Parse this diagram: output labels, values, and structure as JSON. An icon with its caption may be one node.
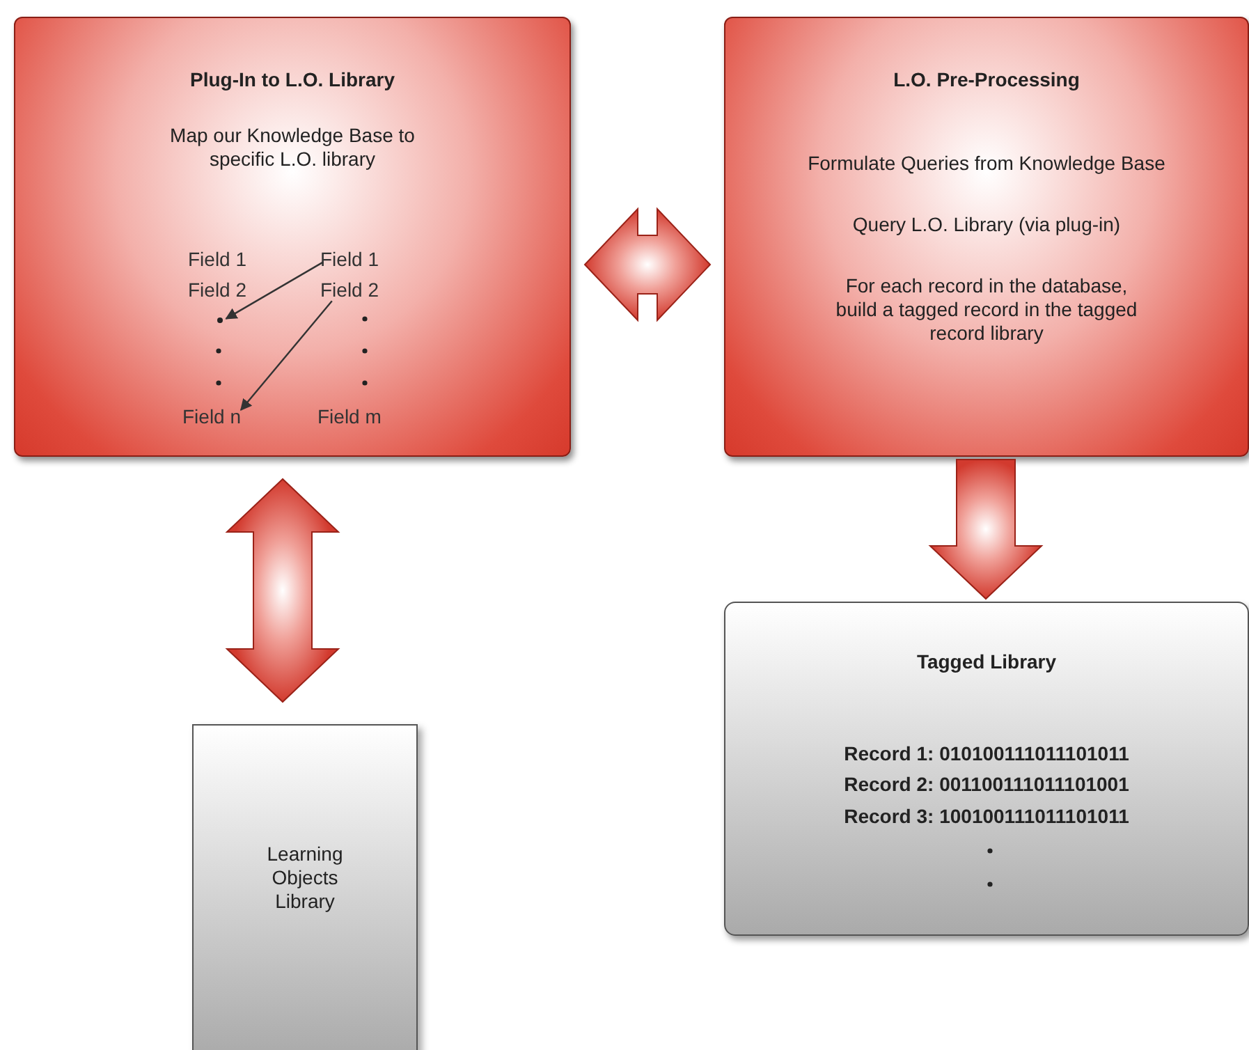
{
  "diagram": {
    "nodes": [
      {
        "text": [
          "Plug-In to L.O. Library",
          "Map our Knowledge Base to specific L.O. library"
        ]
      },
      {
        "text": [
          "Field 1"
        ],
        "in": 0
      },
      {
        "text": [
          "Field 2"
        ],
        "in": 0
      },
      {
        "text": [
          "Field n"
        ],
        "in": 0
      },
      {
        "text": [
          "Field 1"
        ],
        "in": 0
      },
      {
        "text": [
          "Field 2"
        ],
        "in": 0
      },
      {
        "text": [
          "Field m"
        ],
        "in": 0
      },
      {
        "text": [
          "L.O. Pre-Processing",
          "Formulate Queries from Knowledge Base",
          "Query L.O. Library (via plug-in)",
          "For each record in the database, build a tagged record in the tagged record library"
        ]
      },
      {
        "text": [
          "Tagged Library",
          "Record 1: 010100111011101011",
          "Record 2: 001100111011101001",
          "Record 3: 100100111011101011"
        ]
      },
      {
        "text": [
          "Learning Objects Library"
        ]
      },
      {
        "text": [],
        "shape": "dot",
        "in": 0
      }
    ],
    "edges": [
      {
        "from": 0,
        "to": 7,
        "arrow": "both",
        "style": "thick"
      },
      {
        "from": 0,
        "to": 9,
        "arrow": "both",
        "style": "thick"
      },
      {
        "from": 7,
        "to": 8,
        "arrow": "to",
        "style": "thick"
      },
      {
        "from": 4,
        "to": 10,
        "arrow": "to",
        "color": "#333333"
      },
      {
        "from": 5,
        "to": 3,
        "arrow": "to",
        "color": "#333333"
      }
    ]
  }
}
